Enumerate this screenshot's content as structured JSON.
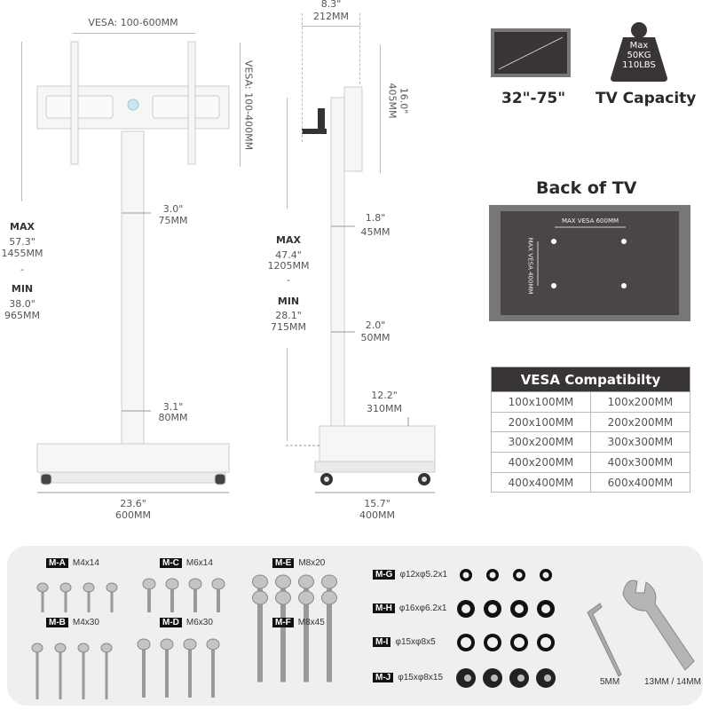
{
  "front": {
    "vesa_width": "VESA: 100-600MM",
    "vesa_height": "VESA: 100-400MM",
    "max_label": "MAX",
    "max_in": "57.3\"",
    "max_mm": "1455MM",
    "sep": "-",
    "min_label": "MIN",
    "min_in": "38.0\"",
    "min_mm": "965MM",
    "post_top_in": "3.0\"",
    "post_top_mm": "75MM",
    "post_bottom_in": "3.1\"",
    "post_bottom_mm": "80MM",
    "base_in": "23.6\"",
    "base_mm": "600MM"
  },
  "side": {
    "depth_in": "8.3\"",
    "depth_mm": "212MM",
    "plate_in": "16.0\"",
    "plate_mm": "405MM",
    "max_label": "MAX",
    "max_in": "47.4\"",
    "max_mm": "1205MM",
    "sep": "-",
    "min_label": "MIN",
    "min_in": "28.1\"",
    "min_mm": "715MM",
    "post_top_in": "1.8\"",
    "post_top_mm": "45MM",
    "post_mid_in": "2.0\"",
    "post_mid_mm": "50MM",
    "base_height_in": "12.2\"",
    "base_height_mm": "310MM",
    "base_in": "15.7\"",
    "base_mm": "400MM"
  },
  "specs": {
    "size_range": "32\"-75\"",
    "capacity_title": "TV Capacity",
    "weight_lines": [
      "Max",
      "50KG",
      "110LBS"
    ]
  },
  "back_of_tv": {
    "title": "Back of TV",
    "vesa_h": "MAX VESA 600MM",
    "vesa_v": "MAX VESA 400MM"
  },
  "vesa_table": {
    "title": "VESA Compatibilty",
    "rows": [
      [
        "100x100MM",
        "100x200MM"
      ],
      [
        "200x100MM",
        "200x200MM"
      ],
      [
        "300x200MM",
        "300x300MM"
      ],
      [
        "400x200MM",
        "400x300MM"
      ],
      [
        "400x400MM",
        "600x400MM"
      ]
    ]
  },
  "hardware": {
    "screws": [
      {
        "code": "M-A",
        "size": "M4x14"
      },
      {
        "code": "M-B",
        "size": "M4x30"
      },
      {
        "code": "M-C",
        "size": "M6x14"
      },
      {
        "code": "M-D",
        "size": "M6x30"
      },
      {
        "code": "M-E",
        "size": "M8x20"
      },
      {
        "code": "M-F",
        "size": "M8x45"
      }
    ],
    "washers": [
      {
        "code": "M-G",
        "size": "φ12xφ5.2x1"
      },
      {
        "code": "M-H",
        "size": "φ16xφ6.2x1"
      },
      {
        "code": "M-I",
        "size": "φ15xφ8x5"
      },
      {
        "code": "M-J",
        "size": "φ15xφ8x15"
      }
    ],
    "tools": [
      {
        "name": "allen-key",
        "size": "5MM"
      },
      {
        "name": "wrench",
        "size": "13MM / 14MM"
      }
    ]
  },
  "colors": {
    "dark": "#3a3535",
    "panel": "#efefef",
    "stand": "#f4f4f4"
  }
}
